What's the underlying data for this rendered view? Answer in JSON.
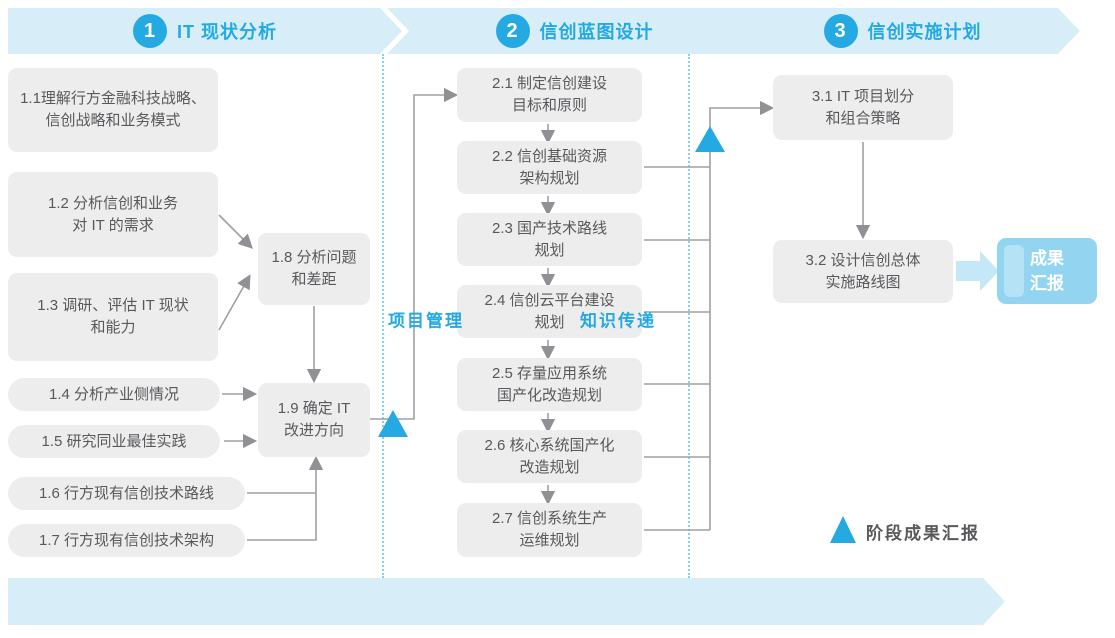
{
  "colors": {
    "accent": "#24A9E3",
    "banner": "#D7EEF9",
    "boxfill": "#EDEDEE",
    "boxtext": "#58595B",
    "line": "#9EA0A3",
    "resultfill": "#93D5F1",
    "bigarrow": "#C4E8F8",
    "dotted": "#6FCBEE"
  },
  "phases": [
    {
      "num": "1",
      "title": "IT 现状分析"
    },
    {
      "num": "2",
      "title": "信创蓝图设计"
    },
    {
      "num": "3",
      "title": "信创实施计划"
    }
  ],
  "boxes": {
    "b11": "1.1理解行方金融科技战略、\n信创战略和业务模式",
    "b12": "1.2 分析信创和业务\n对 IT 的需求",
    "b13": "1.3 调研、评估 IT 现状\n和能力",
    "b14": "1.4 分析产业侧情况",
    "b15": "1.5 研究同业最佳实践",
    "b16": "1.6 行方现有信创技术路线",
    "b17": "1.7 行方现有信创技术架构",
    "b18": "1.8 分析问题\n和差距",
    "b19": "1.9 确定 IT\n改进方向",
    "b21": "2.1 制定信创建设\n目标和原则",
    "b22": "2.2 信创基础资源\n架构规划",
    "b23": "2.3 国产技术路线\n规划",
    "b24": "2.4 信创云平台建设\n规划",
    "b25": "2.5 存量应用系统\n国产化改造规划",
    "b26": "2.6 核心系统国产化\n改造规划",
    "b27": "2.7 信创系统生产\n运维规划",
    "b31": "3.1 IT 项目划分\n和组合策略",
    "b32": "3.2 设计信创总体\n实施路线图",
    "result": "成果\n汇报"
  },
  "legend": {
    "label": "阶段成果汇报"
  },
  "footer": {
    "left": "项目管理",
    "right": "知识传递"
  }
}
